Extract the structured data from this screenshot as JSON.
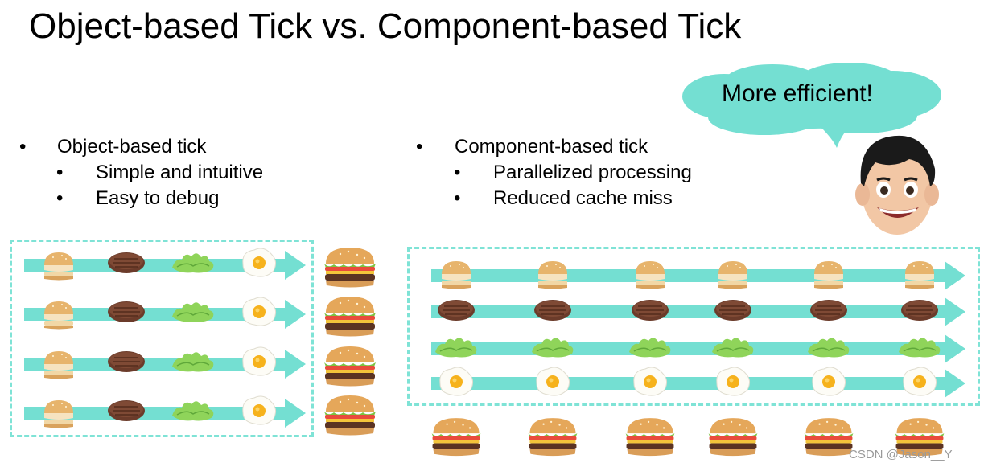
{
  "title": "Object-based Tick vs. Component-based Tick",
  "left": {
    "heading": "Object-based tick",
    "items": [
      "Simple and intuitive",
      "Easy to debug"
    ]
  },
  "right": {
    "heading": "Component-based tick",
    "items": [
      "Parallelized processing",
      "Reduced cache miss"
    ]
  },
  "bubble": "More efficient!",
  "bullet_char": "•",
  "footer": "CSDN @Jason__Y",
  "colors": {
    "arrow": "#74dfd2",
    "dashed_border": "#7fe3d6",
    "bubble": "#74dfd2"
  },
  "icons": [
    "bun-icon",
    "patty-icon",
    "lettuce-icon",
    "egg-icon",
    "burger-icon",
    "avatar-icon"
  ]
}
